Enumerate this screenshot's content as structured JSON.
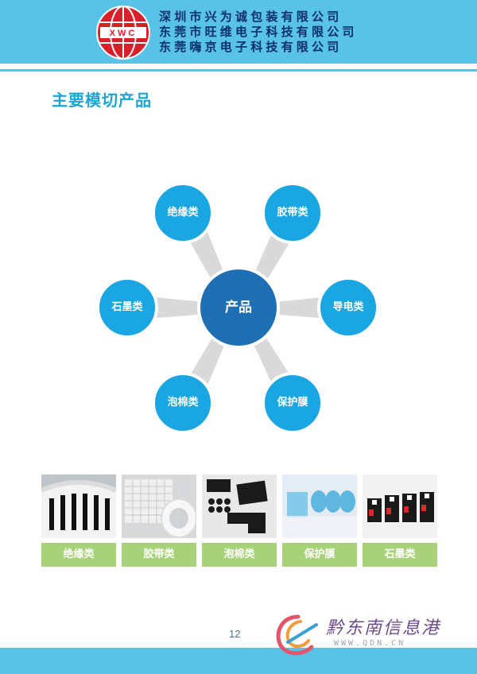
{
  "header": {
    "logo_text": "XWC",
    "company_lines": [
      "深圳市兴为诚包装有限公司",
      "东莞市旺维电子科技有限公司",
      "东莞嗨京电子科技有限公司"
    ],
    "color": "#58c3e6"
  },
  "section_title": "主要模切产品",
  "diagram": {
    "center": "产品",
    "nodes": [
      "绝缘类",
      "胶带类",
      "导电类",
      "保护膜",
      "泡棉类",
      "石墨类"
    ],
    "center_color": "#1f6fb5",
    "node_color": "#1aa6e3",
    "spoke_color": "#d9d9d9"
  },
  "photos": [
    {
      "caption": "绝缘类",
      "icon": "insulation-tape-roll-photo"
    },
    {
      "caption": "胶带类",
      "icon": "adhesive-tape-roll-photo"
    },
    {
      "caption": "泡棉类",
      "icon": "black-foam-parts-photo"
    },
    {
      "caption": "保护膜",
      "icon": "blue-protective-film-photo"
    },
    {
      "caption": "石墨类",
      "icon": "graphite-sheet-photo"
    }
  ],
  "page_number": "12",
  "watermark": {
    "title": "黔东南信息港",
    "url": "WWW.QDN.CN"
  }
}
